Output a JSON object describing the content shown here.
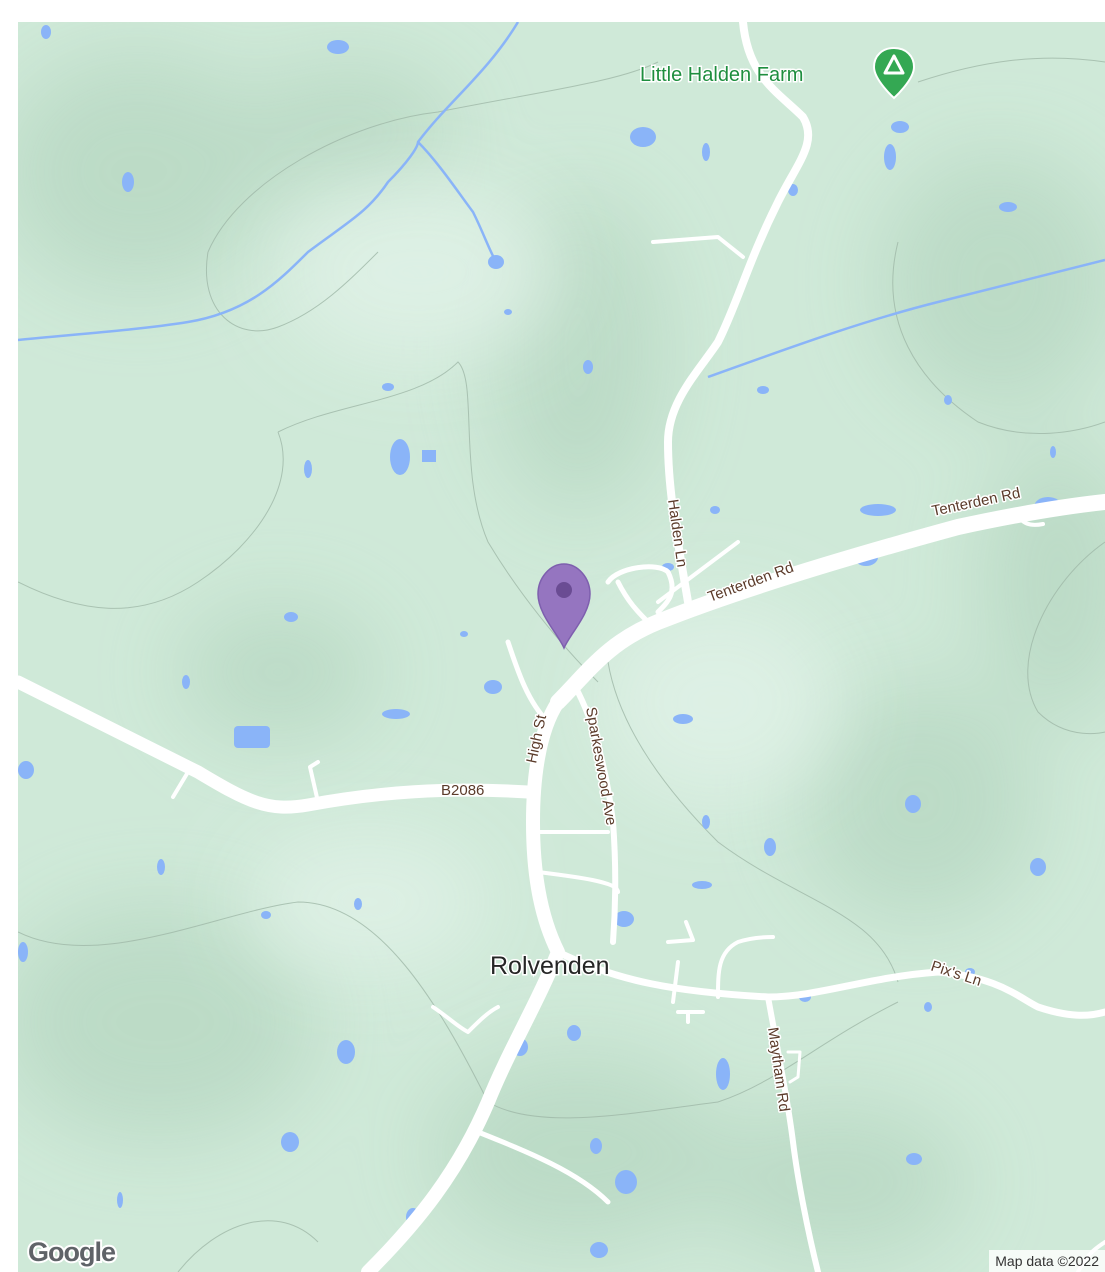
{
  "map": {
    "colors": {
      "land": "#cfe9d8",
      "land_shade": "#bcdcc7",
      "water": "#8ab4f8",
      "road": "#ffffff",
      "pin": "#9575c0",
      "pin_dot": "#6a4c93",
      "campsite": "#34a853"
    },
    "labels": {
      "poi_little_halden_farm": "Little Halden Farm",
      "road_tenterden_rd_1": "Tenterden Rd",
      "road_tenterden_rd_2": "Tenterden Rd",
      "road_halden_ln": "Halden Ln",
      "road_high_st": "High St",
      "road_sparkeswood_ave": "Sparkeswood Ave",
      "road_b2086": "B2086",
      "road_pixs_ln": "Pix's Ln",
      "road_maytham_rd": "Maytham Rd",
      "place_rolvenden": "Rolvenden"
    },
    "icons": {
      "location_pin": "map-pin-icon",
      "campsite": "campsite-icon"
    },
    "google_logo": "Google",
    "attribution": "Map data ©2022"
  }
}
